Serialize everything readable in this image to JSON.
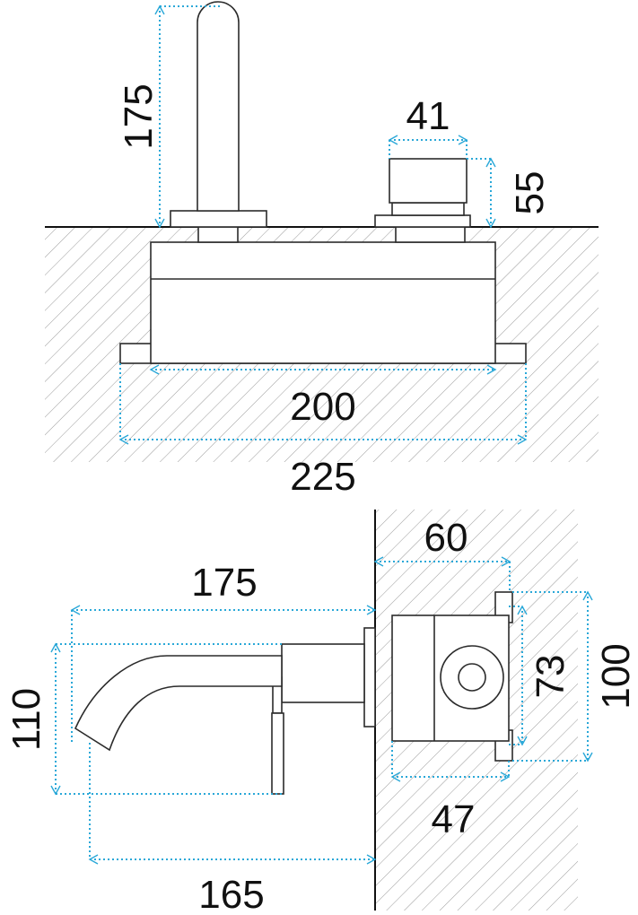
{
  "colors": {
    "dimension_line": "#2aa8d8",
    "outline": "#2b2b2b",
    "hatch": "#9a9a9a",
    "background": "#ffffff"
  },
  "top_view": {
    "spout_height": "175",
    "handle_width": "41",
    "handle_height": "55",
    "body_width": "200",
    "plate_width": "225"
  },
  "side_view": {
    "spout_reach": "175",
    "spout_height": "110",
    "outlet_to_wall": "165",
    "box_depth": "60",
    "box_depth_inner": "47",
    "box_height_inner": "73",
    "box_height": "100"
  }
}
